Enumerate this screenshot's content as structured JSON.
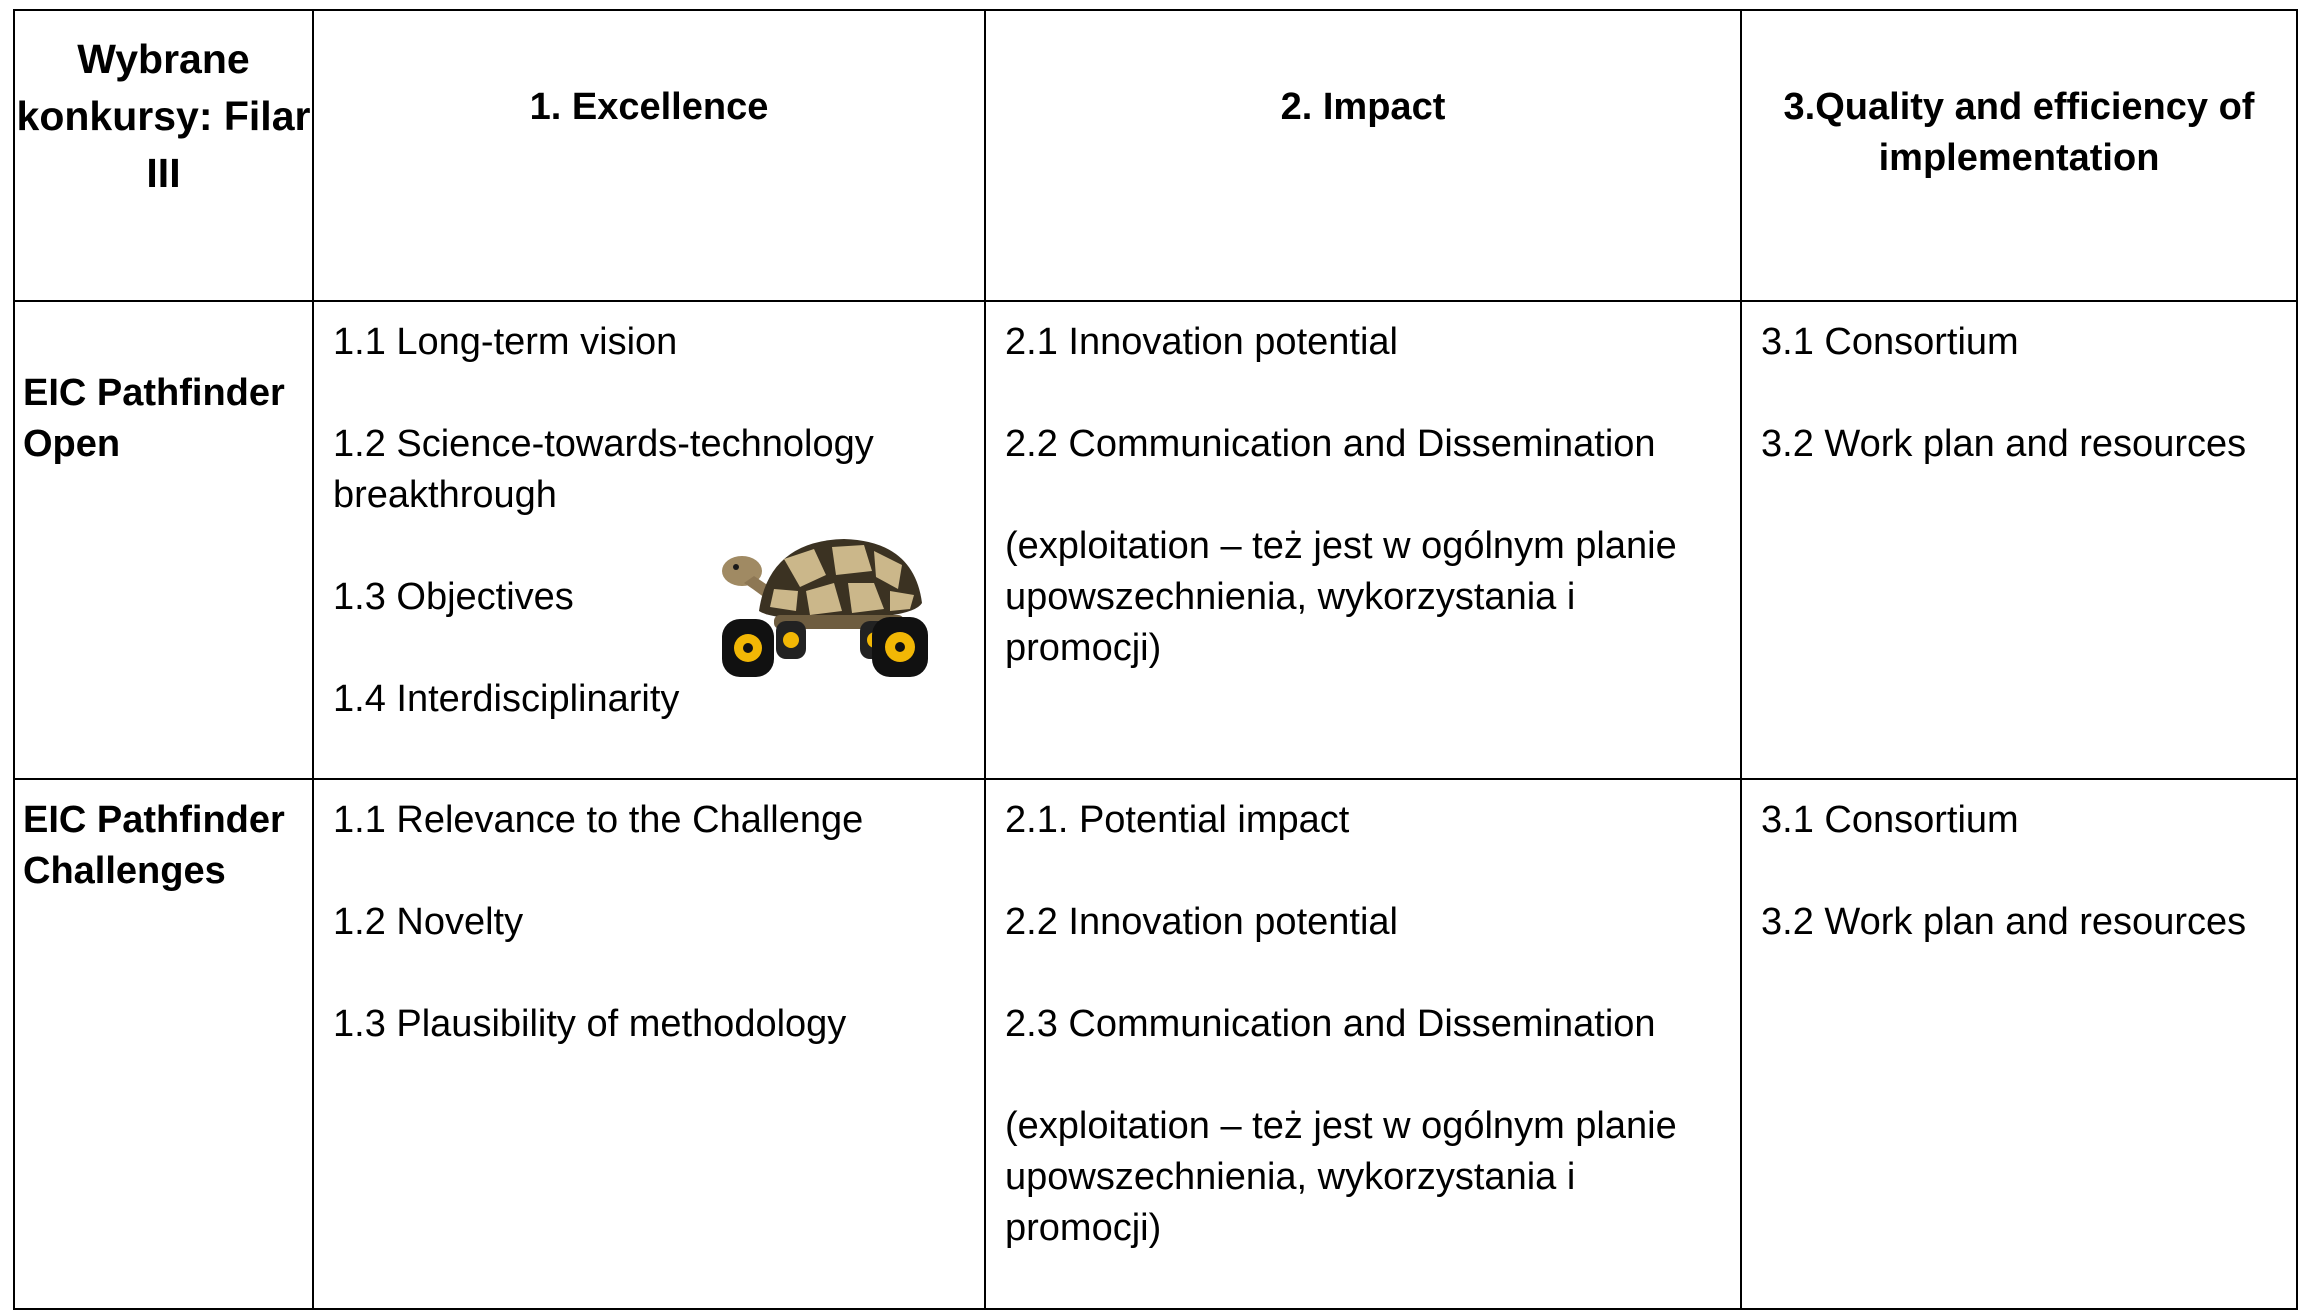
{
  "header": {
    "corner_label": "Wybrane konkursy: Filar III",
    "col1": "1. Excellence",
    "col2": "2. Impact",
    "col3": "3.Quality and efficiency of implementation"
  },
  "rows": [
    {
      "label": "EIC Pathfinder Open",
      "excellence": [
        "1.1 Long-term vision",
        "1.2 Science-towards-technology breakthrough",
        "1.3 Objectives",
        "1.4 Interdisciplinarity"
      ],
      "impact": [
        "2.1 Innovation potential",
        "2.2 Communication and Dissemination",
        "(exploitation – też jest w ogólnym planie upowszechnienia, wykorzystania i promocji)"
      ],
      "quality": [
        "3.1 Consortium",
        "3.2 Work plan and resources"
      ]
    },
    {
      "label": "EIC Pathfinder Challenges",
      "excellence": [
        "1.1 Relevance to the Challenge",
        "1.2 Novelty",
        "1.3 Plausibility of methodology"
      ],
      "impact": [
        "2.1. Potential impact",
        "2.2 Innovation potential",
        "2.3 Communication and Dissemination",
        "(exploitation – też jest w ogólnym planie upowszechnienia, wykorzystania i promocji)"
      ],
      "quality": [
        "3.1 Consortium",
        "3.2 Work plan and resources"
      ]
    }
  ],
  "illustration": {
    "icon": "turtle-on-wheels-icon",
    "colors": {
      "shell_dark": "#3b3222",
      "shell_light": "#cbb78a",
      "skin": "#a08a63",
      "tire": "#111111",
      "hub": "#f2b705"
    }
  }
}
